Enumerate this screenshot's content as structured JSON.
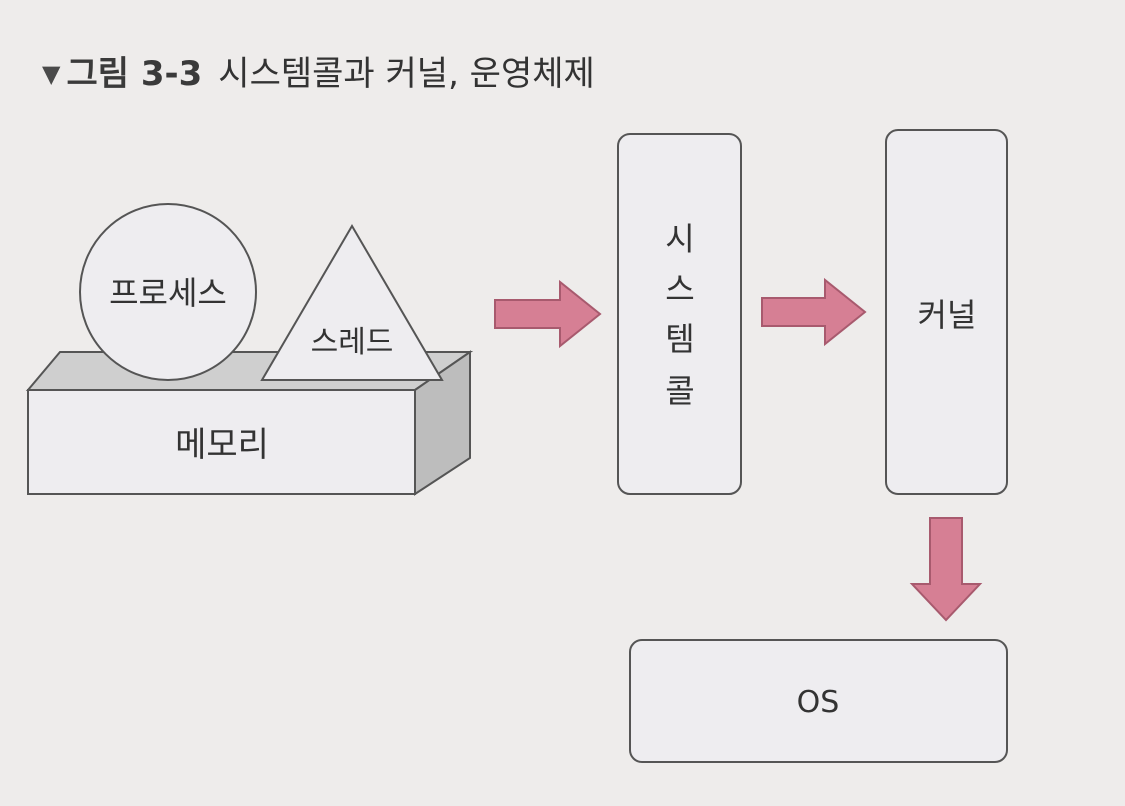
{
  "caption": {
    "marker": "▼",
    "number": "그림 3-3",
    "title": "시스템콜과 커널, 운영체제"
  },
  "diagram": {
    "memory_label": "메모리",
    "process_label": "프로세스",
    "thread_label": "스레드",
    "syscall_label_chars": [
      "시",
      "스",
      "템",
      "콜"
    ],
    "kernel_label": "커널",
    "os_label": "OS"
  },
  "colors": {
    "arrow": "#d67f94",
    "arrow_stroke": "#a85a6e",
    "box_fill": "#eeedf0",
    "box_stroke": "#555555",
    "block_side": "#bdbdbd",
    "block_top": "#cfcfcf"
  }
}
